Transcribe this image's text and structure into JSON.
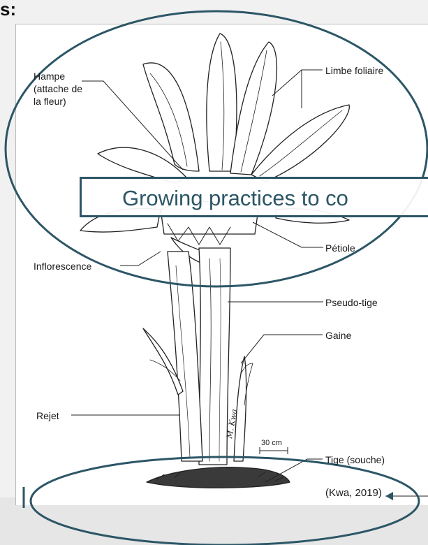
{
  "slide": {
    "heading_fragment": "s:",
    "banner_text": "Growing practices to co",
    "citation": "(Kwa, 2019)",
    "outline_color": "#2c5666"
  },
  "diagram": {
    "labels": {
      "hampe": "Hampe\n(attache de\nla fleur)",
      "limbe": "Limbe foliaire",
      "petiole": "Pétiole",
      "inflorescence": "Inflorescence",
      "pseudo_tige": "Pseudo-tige",
      "gaine": "Gaine",
      "rejet": "Rejet",
      "tige": "Tige (souche)",
      "scale": "30 cm",
      "signature": "M. Kwa"
    }
  }
}
